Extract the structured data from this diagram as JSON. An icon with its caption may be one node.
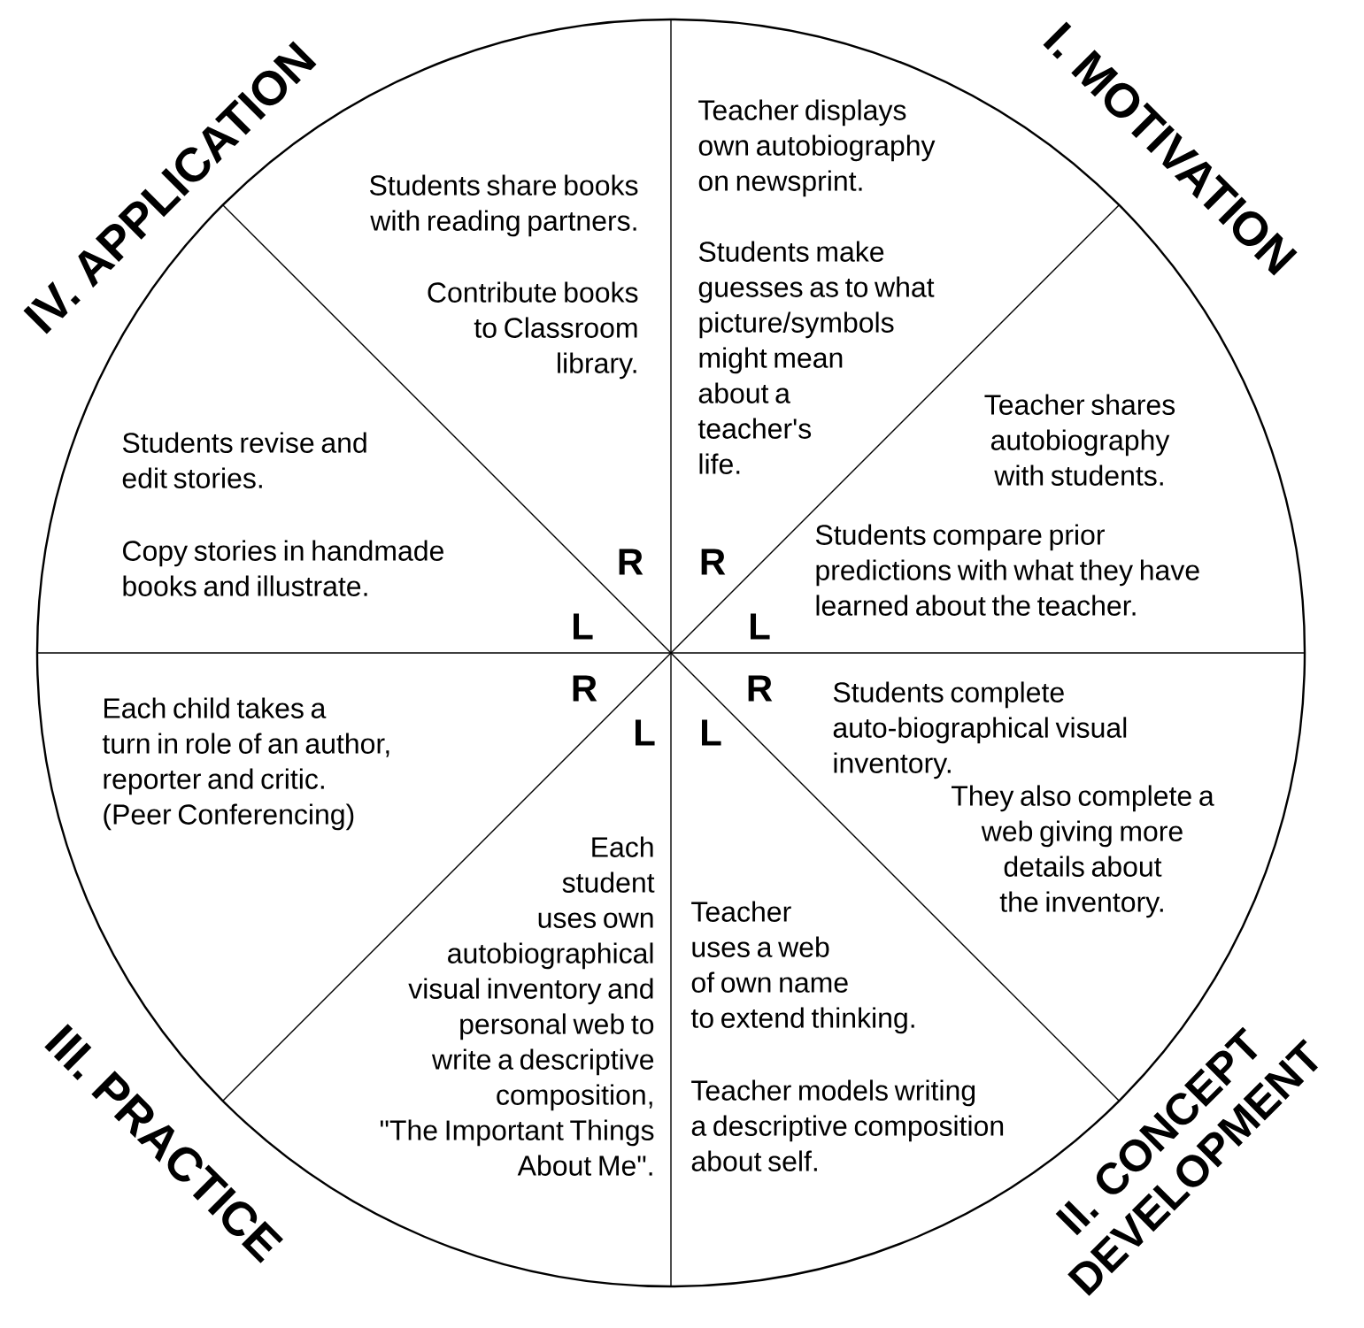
{
  "diagram": {
    "nodes": [
      {
        "text": [
          "Teacher displays own autobiography on newsprint.",
          "Students make guesses as to what picture/symbols might mean about a teacher's life."
        ]
      },
      {
        "text": [
          "Teacher shares autobiography with students.",
          "Students compare prior predictions with what they have learned about the teacher."
        ]
      },
      {
        "text": [
          "Students complete auto-biographical visual inventory.",
          "They also complete a web giving more details about the inventory."
        ]
      },
      {
        "text": [
          "Teacher uses a web of own name to extend thinking.",
          "Teacher models writing a descriptive composition about self."
        ]
      },
      {
        "text": [
          "Each student uses own autobiographical visual inventory and personal web to write a descriptive composition, \"The Important Things About Me\"."
        ]
      },
      {
        "text": [
          "Each child takes a turn in role of an author, reporter and critic. (Peer Conferencing)"
        ]
      },
      {
        "text": [
          "Students revise and edit stories.",
          "Copy stories in handmade books and illustrate."
        ]
      },
      {
        "text": [
          "Students share books with reading partners.",
          "Contribute books to Classroom library."
        ]
      }
    ],
    "labels": [
      "IV. APPLICATION",
      "I. MOTIVATION",
      "R",
      "R",
      "L",
      "L",
      "R",
      "R",
      "L",
      "L",
      "III. PRACTICE",
      "II. CONCEPT DEVELOPMENT"
    ]
  }
}
